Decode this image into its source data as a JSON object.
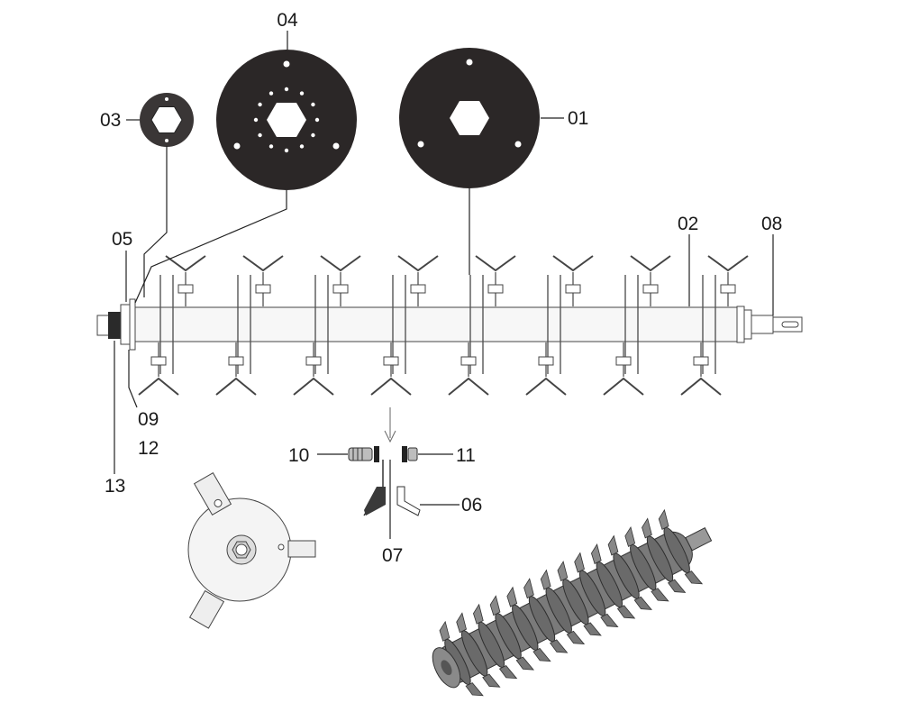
{
  "callouts": {
    "p01": "01",
    "p02": "02",
    "p03": "03",
    "p04": "04",
    "p05": "05",
    "p06": "06",
    "p07": "07",
    "p08": "08",
    "p09": "09",
    "p10": "10",
    "p11": "11",
    "p12": "12",
    "p13": "13"
  },
  "colors": {
    "disc": "#2b2727",
    "line": "#333333",
    "background": "#ffffff",
    "roller_3d": "#6e6e6e"
  },
  "icons": {
    "arrow": "down-arrow-icon"
  }
}
